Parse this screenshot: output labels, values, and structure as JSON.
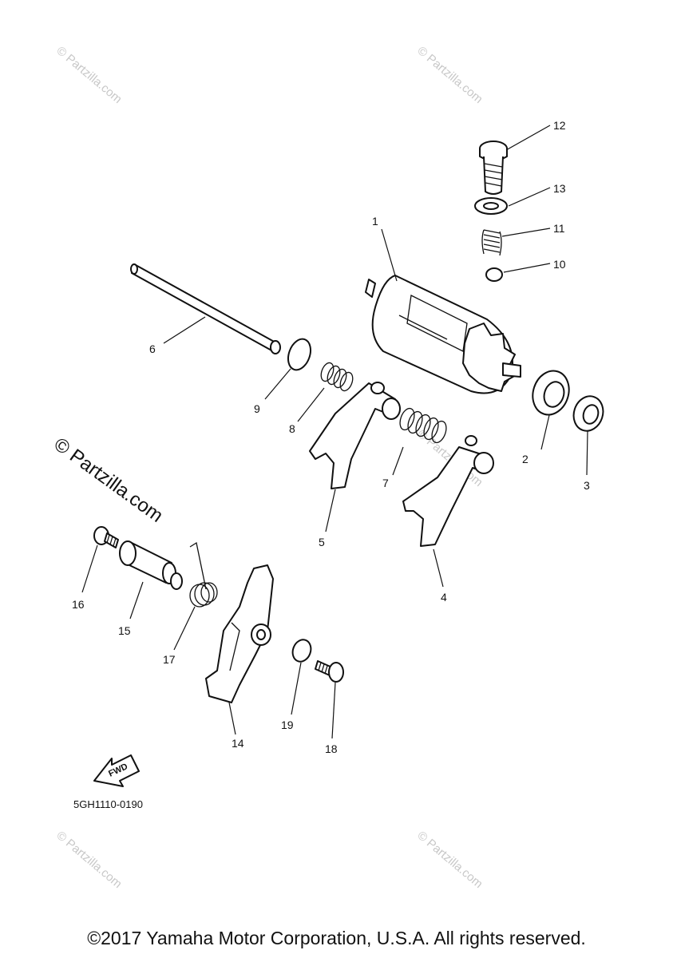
{
  "diagram": {
    "callouts": [
      "1",
      "2",
      "3",
      "4",
      "5",
      "6",
      "7",
      "8",
      "9",
      "10",
      "11",
      "12",
      "13",
      "14",
      "15",
      "16",
      "17",
      "18",
      "19"
    ],
    "direction_arrow": "FWD",
    "diagram_code": "5GH1110-0190",
    "watermarks": {
      "faint": "© Partzilla.com",
      "bold": "© Partzilla.com"
    }
  },
  "footer": {
    "copyright": "©2017 Yamaha Motor Corporation, U.S.A. All rights reserved."
  }
}
